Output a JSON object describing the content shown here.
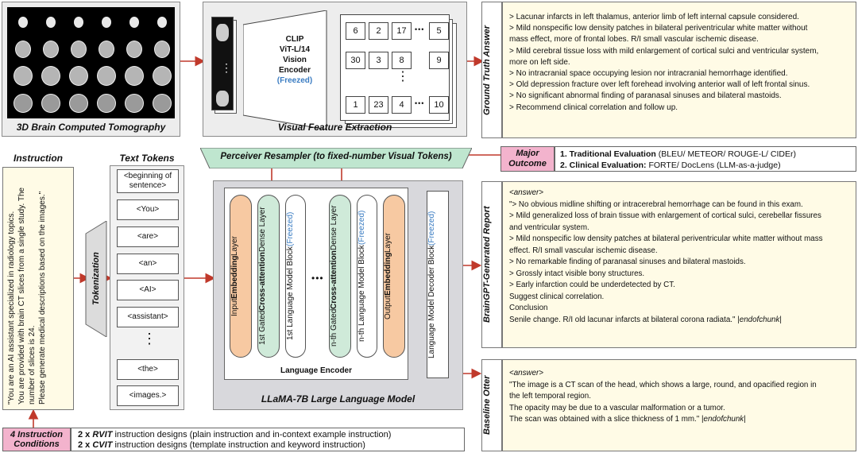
{
  "ct": {
    "caption": "3D Brain Computed Tomography"
  },
  "vfe": {
    "caption": "Visual Feature Extraction",
    "encoder_lines": [
      "CLIP",
      "ViT-L/14",
      "Vision",
      "Encoder"
    ],
    "encoder_freeze": "(Freezed)",
    "grid": [
      [
        "6",
        "2",
        "17",
        "5"
      ],
      [
        "30",
        "3",
        "8",
        "9"
      ],
      [
        "1",
        "23",
        "4",
        "10"
      ]
    ],
    "ellipsis": "•••",
    "vdots": "⋮"
  },
  "perceiver": {
    "label": "Perceiver Resampler (to fixed-number Visual Tokens)"
  },
  "instruction": {
    "title": "Instruction",
    "text": "\"You are an AI assistant specialized in radiology topics.\nYou are provided with brain CT slices from a single study. The number of slices is 24.\nPlease generate medical descriptions based on the images.\""
  },
  "tokenization": {
    "label": "Tokenization"
  },
  "text_tokens": {
    "title": "Text Tokens",
    "items": [
      "<beginning of sentence>",
      "<You>",
      "<are>",
      "<an>",
      "<AI>",
      "<assistant>",
      "<the>",
      "<images.>"
    ],
    "vdots": "⋮"
  },
  "llm": {
    "caption": "LLaMA-7B Large Language Model",
    "encoder_label": "Language Encoder",
    "dots": "•••",
    "layers": {
      "input_pre": "Input ",
      "input_bold": "Embedding",
      "input_post": " Layer",
      "ca1_pre": "1st Gated ",
      "ca1_bold": "Cross-attention",
      "ca1_post": " Dense Layer",
      "lm1_text": "1st Language Model Block ",
      "lm1_freeze": "(Freezed)",
      "can_pre": "n-th Gated ",
      "can_bold": "Cross-attention",
      "can_post": " Dense Layer",
      "lmn_text": "n-th Language Model Block ",
      "lmn_freeze": "(Freezed)",
      "out_pre": "Output ",
      "out_bold": "Embedding",
      "out_post": " Layer"
    },
    "decoder_text": "Language Model Decoder Block ",
    "decoder_freeze": "(Freezed)"
  },
  "conditions": {
    "label": "4 Instruction Conditions",
    "rvit_pre": "2 x ",
    "rvit_bold": "RVIT",
    "rvit_post": " instruction designs (plain instruction and in-context example instruction)",
    "cvit_pre": "2 x ",
    "cvit_bold": "CVIT",
    "cvit_post": " instruction designs (template instruction and keyword instruction)"
  },
  "ground_truth": {
    "label": "Ground Truth Answer",
    "lines": [
      "> Lacunar infarcts in left thalamus, anterior limb of left internal capsule considered.",
      "> Mild nonspecific low density patches in bilateral periventricular white matter without",
      "mass effect, more of frontal lobes. R/I small vascular ischemic disease.",
      "> Mild cerebral tissue loss with mild enlargement of cortical sulci and ventricular system,",
      "more on left side.",
      "> No intracranial space occupying lesion nor intracranial hemorrhage identified.",
      "> Old depression fracture over left forehead involving anterior wall of left frontal sinus.",
      "> No significant abnormal finding of paranasal sinuses and bilateral mastoids.",
      "> Recommend clinical correlation and follow up."
    ]
  },
  "outcome": {
    "label": "Major Outcome",
    "l1_bold": "1. Traditional Evaluation",
    "l1_rest": " (BLEU/ METEOR/ ROUGE-L/ CIDEr)",
    "l2_bold": "2. Clinical Evaluation:",
    "l2_rest": " FORTE/ DocLens (LLM-as-a-judge)"
  },
  "brain_gpt": {
    "label": "BrainGPT-Generated Report",
    "answer_tag": "<answer>",
    "lines": [
      "\"> No obvious midline shifting or intracerebral hemorrhage can be found in this exam.",
      "> Mild generalized loss of brain tissue with enlargement of cortical sulci, cerebellar fissures",
      "and ventricular system.",
      "> Mild nonspecific low density patches at bilateral periventricular white matter without mass",
      "effect. R/I small vascular ischemic disease.",
      "> No remarkable finding of paranasal sinuses and bilateral mastoids.",
      "> Grossly intact visible bony structures.",
      "> Early infarction could be underdetected by CT.",
      "Suggest clinical correlation.",
      "Conclusion"
    ],
    "last_line": "Senile change. R/I old lacunar infarcts at bilateral corona radiata.\" |",
    "end_tag": "endofchunk",
    "end_close": "|"
  },
  "otter": {
    "label": "Baseline Otter",
    "answer_tag": "<answer>",
    "lines": [
      "\"The image is a CT scan of the head, which shows a large, round, and opacified region in",
      "the left temporal region.",
      "The opacity may be due to a vascular malformation or a tumor."
    ],
    "last_line": "The scan was obtained with a slice thickness of 1 mm.\" |",
    "end_tag": "endofchunk",
    "end_close": "|"
  },
  "colors": {
    "accent_pink": "#f3b3cd",
    "freeze_blue": "#3a7cc2",
    "perceiver_green": "#bfe6cf",
    "arrow_red": "#c0392b"
  }
}
